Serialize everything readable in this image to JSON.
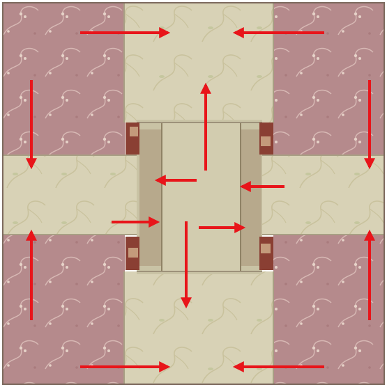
{
  "image": {
    "subject": "quilt-block-pressing-diagram",
    "colors": {
      "pink_fabric": "#b58a8c",
      "pink_fabric_dark": "#9c7274",
      "cream_fabric": "#d8d2b6",
      "cream_fabric_dark": "#c6bf9f",
      "seam_allowance": "#b7a98c",
      "rust_fold": "#8a3f33",
      "arrow": "#e8151a",
      "vine": "#e4d7cc"
    },
    "arrows": [
      {
        "id": "top-left-right",
        "direction": "right"
      },
      {
        "id": "top-right-left",
        "direction": "left"
      },
      {
        "id": "bottom-left-right",
        "direction": "right"
      },
      {
        "id": "bottom-right-left",
        "direction": "left"
      },
      {
        "id": "left-upper-down",
        "direction": "down"
      },
      {
        "id": "left-lower-up",
        "direction": "up"
      },
      {
        "id": "right-upper-down",
        "direction": "down"
      },
      {
        "id": "right-lower-up",
        "direction": "up"
      },
      {
        "id": "center-up",
        "direction": "up"
      },
      {
        "id": "center-down",
        "direction": "down"
      },
      {
        "id": "center-left",
        "direction": "left"
      },
      {
        "id": "center-left-in",
        "direction": "right"
      },
      {
        "id": "center-right",
        "direction": "right"
      },
      {
        "id": "center-right-in",
        "direction": "left"
      }
    ]
  }
}
